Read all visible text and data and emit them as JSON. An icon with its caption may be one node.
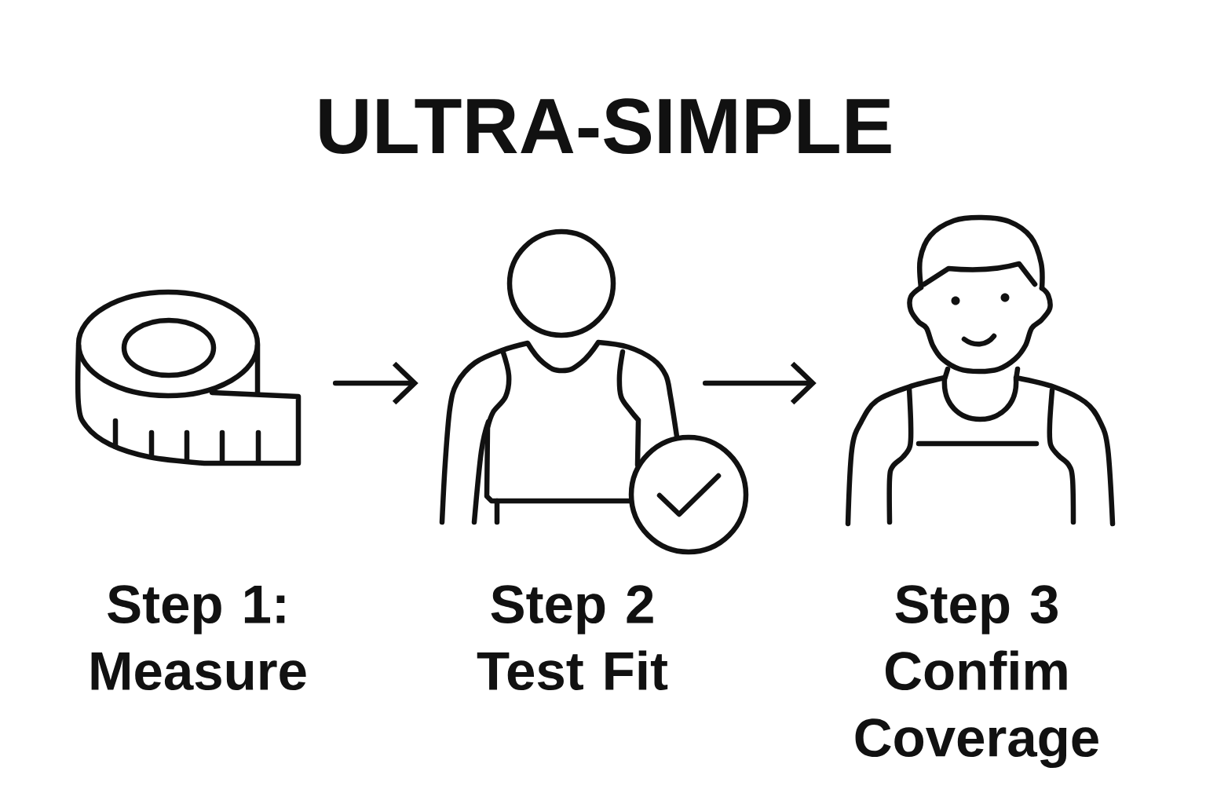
{
  "diagram": {
    "title": "ULTRA-SIMPLE",
    "nodes": [
      {
        "text": [],
        "shape": "picture",
        "beside": [
          "Step 1: Measure"
        ]
      },
      {
        "text": [],
        "shape": "picture",
        "beside": [
          "Step 2 Test Fit"
        ]
      },
      {
        "text": [],
        "shape": "picture",
        "beside": [
          "Step 3 Confim Coverage"
        ]
      }
    ],
    "edges": [
      {
        "from": 0,
        "to": 1,
        "arrow": "to"
      },
      {
        "from": 1,
        "to": 2,
        "arrow": "to"
      }
    ]
  }
}
